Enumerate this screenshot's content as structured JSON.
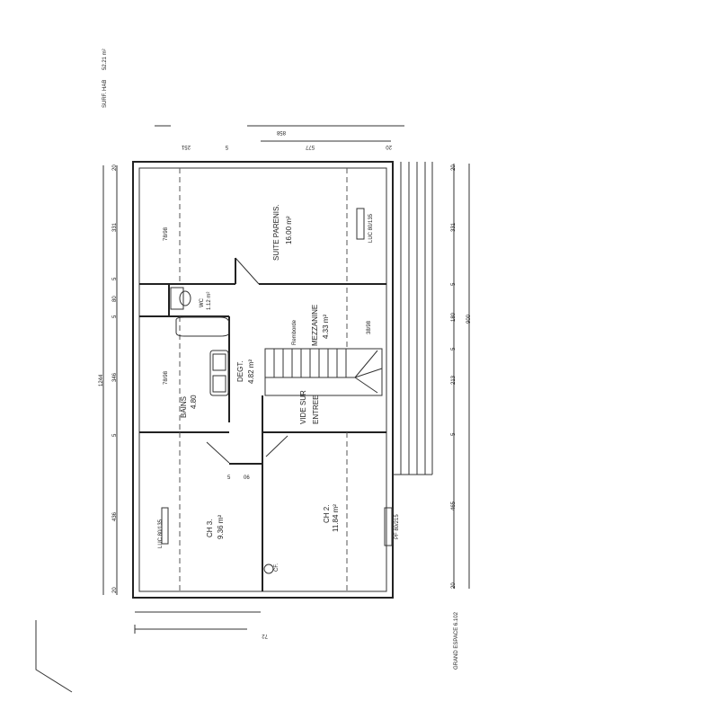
{
  "header": {
    "surface_label": "SURF. HAB",
    "surface_value": "52.21 m²"
  },
  "rooms": {
    "suite": {
      "name": "SUITE PARENIS.",
      "area": "16.00 m²"
    },
    "wc": {
      "name": "WC",
      "area": "1.12 m²"
    },
    "bains": {
      "name": "BAINS",
      "area": "4.80"
    },
    "degt": {
      "name": "DEGT.",
      "area": "4.82 m²"
    },
    "mezzanine": {
      "name": "MEZZANINE",
      "area": "4.33 m²"
    },
    "vide": {
      "line1": "VIDE SUR",
      "line2": "ENTREE"
    },
    "ch3": {
      "name": "CH 3.",
      "area": "9.36 m²"
    },
    "ch2": {
      "name": "CH 2.",
      "area": "11.84 m²"
    }
  },
  "annotations": {
    "window_suite_left": "78/98",
    "window_suite_right": "LUC 80/135",
    "window_bains": "78/98",
    "window_mezzanine": "38/98",
    "window_ch3": "LUC 80/135",
    "window_ch2": "PF 80/215",
    "remborde": "Remborde",
    "cf": "CF.",
    "door_5": "5",
    "door_06": "06"
  },
  "dimensions": {
    "top_total": "858",
    "top_a": "251",
    "top_b": "5",
    "top_c": "577",
    "top_d": "20",
    "left_total": "1244",
    "left": [
      "20",
      "331",
      "5",
      "80",
      "5",
      "346",
      "5",
      "436",
      "20"
    ],
    "right_total": "900",
    "right": [
      "20",
      "331",
      "5",
      "180",
      "5",
      "213",
      "5",
      "465",
      "20"
    ],
    "bottom": "72"
  },
  "footer": {
    "label": "GRAND ESPACE 6.102"
  }
}
